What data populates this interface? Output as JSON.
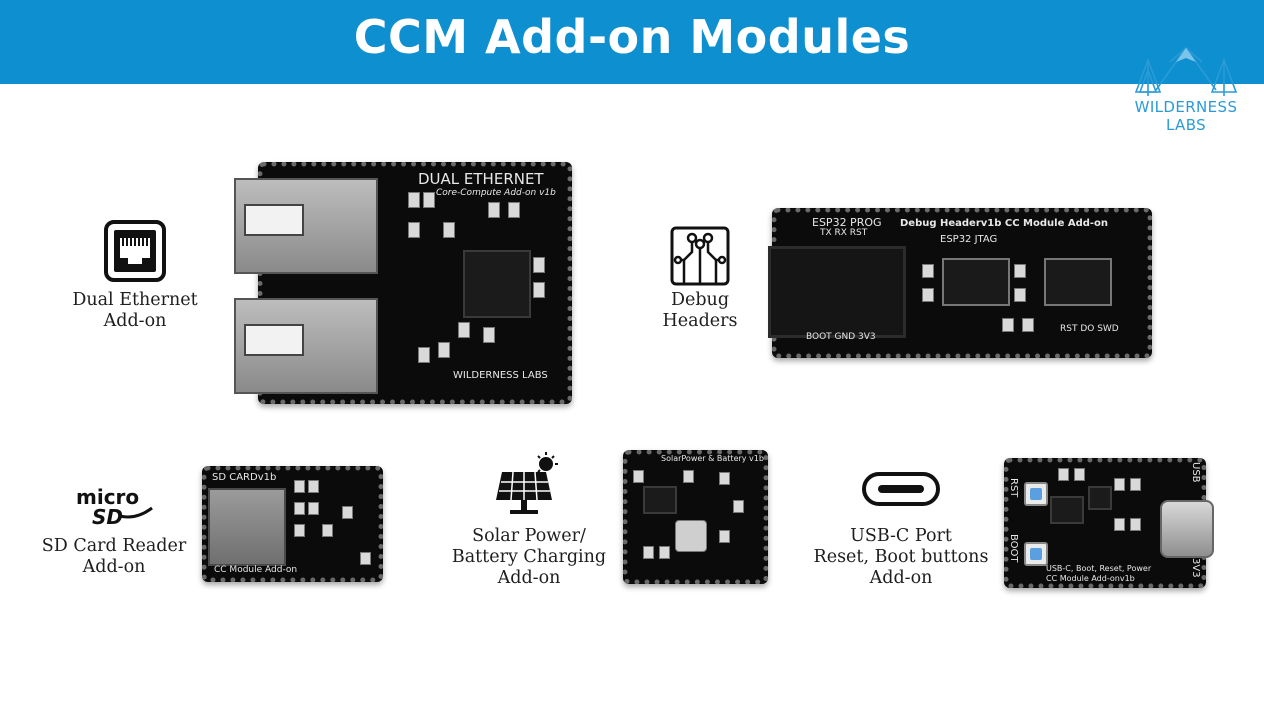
{
  "title": "CCM Add-on Modules",
  "brand": {
    "logo_text": "WILDERNESS LABS",
    "logo_color": "#2a9bd6"
  },
  "colors": {
    "header_bg": "#0e8fd0",
    "text": "#1e1e1e"
  },
  "modules": [
    {
      "id": "dual-ethernet",
      "icon": "ethernet-port-icon",
      "label_lines": [
        "Dual Ethernet",
        "Add-on"
      ],
      "board_silkscreen": [
        "DUAL ETHERNET",
        "Core-Compute Add-on v1b",
        "WILDERNESS LABS"
      ]
    },
    {
      "id": "debug-headers",
      "icon": "circuit-board-icon",
      "label_lines": [
        "Debug",
        "Headers"
      ],
      "board_silkscreen": [
        "ESP32 PROG",
        "TX RX RST",
        "Debug Headerv1b CC Module Add-on",
        "ESP32 JTAG",
        "BOOT GND 3V3",
        "RST DO SWD"
      ]
    },
    {
      "id": "sd-card",
      "icon": "microsd-logo-icon",
      "icon_text": [
        "micro",
        "SD"
      ],
      "label_lines": [
        "SD Card Reader",
        "Add-on"
      ],
      "board_silkscreen": [
        "SD CARDv1b",
        "CC Module Add-on"
      ]
    },
    {
      "id": "solar",
      "icon": "solar-panel-icon",
      "label_lines": [
        "Solar Power/",
        "Battery Charging",
        "Add-on"
      ],
      "board_silkscreen": [
        "SolarPower & Battery v1b"
      ]
    },
    {
      "id": "usbc",
      "icon": "usb-c-port-icon",
      "label_lines": [
        "USB-C Port",
        "Reset, Boot buttons",
        "Add-on"
      ],
      "board_silkscreen": [
        "USB",
        "RST",
        "BOOT",
        "3V3",
        "USB-C, Boot, Reset, Power",
        "CC Module Add-onv1b"
      ]
    }
  ]
}
